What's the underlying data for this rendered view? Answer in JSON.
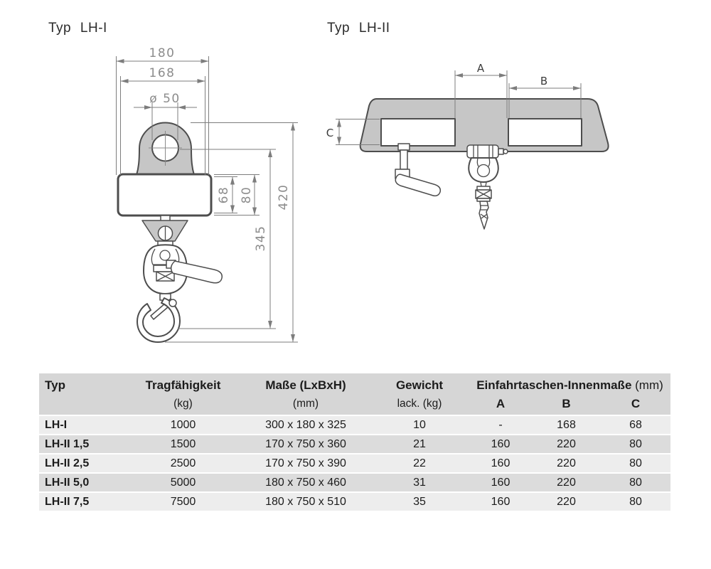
{
  "figures": {
    "lh1": {
      "label": "Typ LH-I",
      "dims": {
        "width_outer": "180",
        "width_inner": "168",
        "hole_dia": "ø 50",
        "pocket_height": "68",
        "body_height": "80",
        "hook_drop": "345",
        "total_height": "420"
      }
    },
    "lh2": {
      "label": "Typ LH-II",
      "dims": {
        "a": "A",
        "b": "B",
        "c": "C"
      }
    }
  },
  "table": {
    "headers": {
      "typ": "Typ",
      "capacity": "Tragfähigkeit",
      "capacity_unit": "(kg)",
      "dimensions": "Maße (LxBxH)",
      "dimensions_unit": "(mm)",
      "weight": "Gewicht",
      "weight_unit": "lack. (kg)",
      "pockets": "Einfahrtaschen-Innenmaße",
      "pockets_unit": "(mm)",
      "sub_a": "A",
      "sub_b": "B",
      "sub_c": "C"
    },
    "rows": [
      {
        "typ": "LH-I",
        "capacity": "1000",
        "dim": "300 x 180 x 325",
        "weight": "10",
        "a": "-",
        "b": "168",
        "c": "68"
      },
      {
        "typ": "LH-II 1,5",
        "capacity": "1500",
        "dim": "170 x 750 x 360",
        "weight": "21",
        "a": "160",
        "b": "220",
        "c": "80"
      },
      {
        "typ": "LH-II 2,5",
        "capacity": "2500",
        "dim": "170 x 750 x 390",
        "weight": "22",
        "a": "160",
        "b": "220",
        "c": "80"
      },
      {
        "typ": "LH-II 5,0",
        "capacity": "5000",
        "dim": "180 x 750 x 460",
        "weight": "31",
        "a": "160",
        "b": "220",
        "c": "80"
      },
      {
        "typ": "LH-II 7,5",
        "capacity": "7500",
        "dim": "180 x 750 x 510",
        "weight": "35",
        "a": "160",
        "b": "220",
        "c": "80"
      }
    ]
  },
  "colors": {
    "drawing_fill": "#c6c6c6",
    "drawing_stroke": "#4d4d4d",
    "dimension_line": "#7d7d7d",
    "dimension_text": "#8c8c8c",
    "table_header_bg": "#d6d6d6",
    "table_row_light": "#ededed",
    "table_row_dark": "#dcdcdc",
    "text": "#1c1c1c"
  }
}
